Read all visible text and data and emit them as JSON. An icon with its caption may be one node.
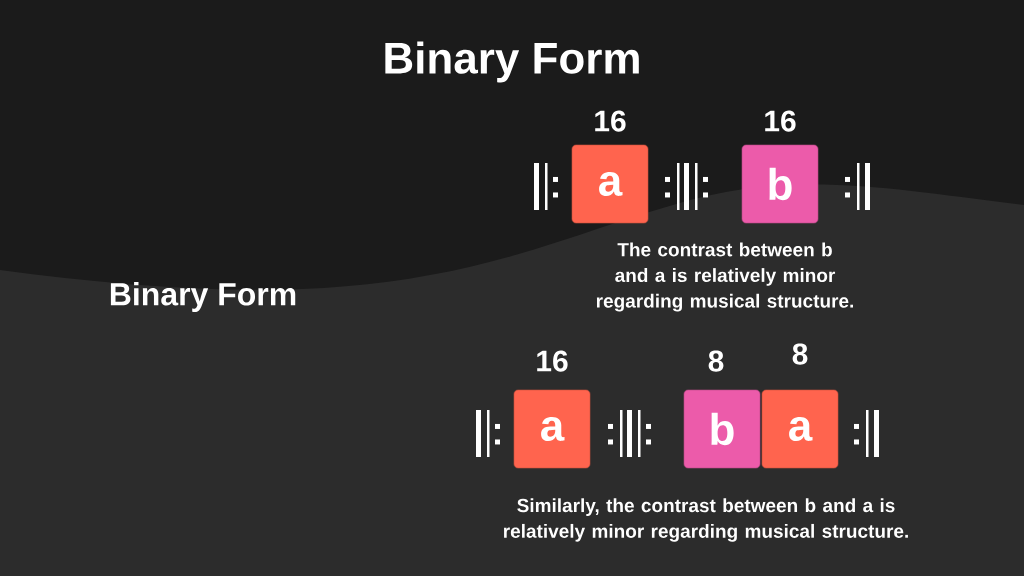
{
  "diagram": {
    "title": "Binary Form",
    "nodes": [
      {
        "text": [
          "a"
        ],
        "beside": [
          "16"
        ]
      },
      {
        "text": [
          "b"
        ],
        "beside": [
          "16"
        ]
      },
      {
        "text": [
          "a"
        ],
        "beside": [
          "16"
        ]
      },
      {
        "text": [
          "b"
        ],
        "beside": [
          "8"
        ]
      },
      {
        "text": [
          "a"
        ],
        "beside": [
          "8"
        ]
      }
    ],
    "labels": [
      "Binary Form",
      "The contrast between b and a is relatively minor regarding musical structure.",
      "Similarly, the contrast between b and a is relatively minor regarding musical structure."
    ]
  }
}
